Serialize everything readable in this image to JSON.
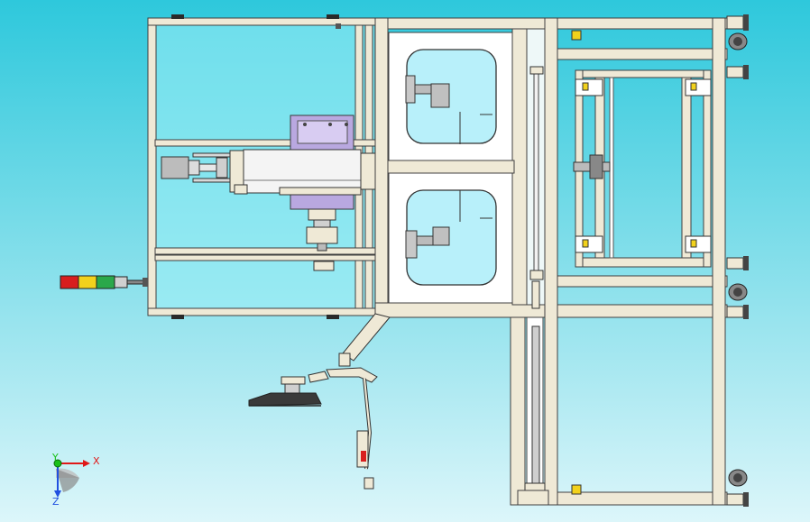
{
  "viewport": {
    "background_top": "#2ec8dc",
    "background_bottom": "#dcf6fa"
  },
  "model": {
    "frame_color": "#efe9d6",
    "frame_stroke": "#404040",
    "guard_tint": "#9ff0f8",
    "chamber_tint": "#b8f0fa",
    "motor_color": "#bcbcbc",
    "plate_color": "#b9a8e0",
    "pedestal_color": "#3a3a3a",
    "tower_light": {
      "colors": [
        "#d81e1e",
        "#f2d21c",
        "#2aa84a",
        "#d0d0d0"
      ]
    }
  },
  "triad": {
    "x_label": "X",
    "y_label": "Y",
    "z_label": "Z",
    "x_color": "#e01818",
    "y_color": "#18c018",
    "z_color": "#2050e0"
  }
}
